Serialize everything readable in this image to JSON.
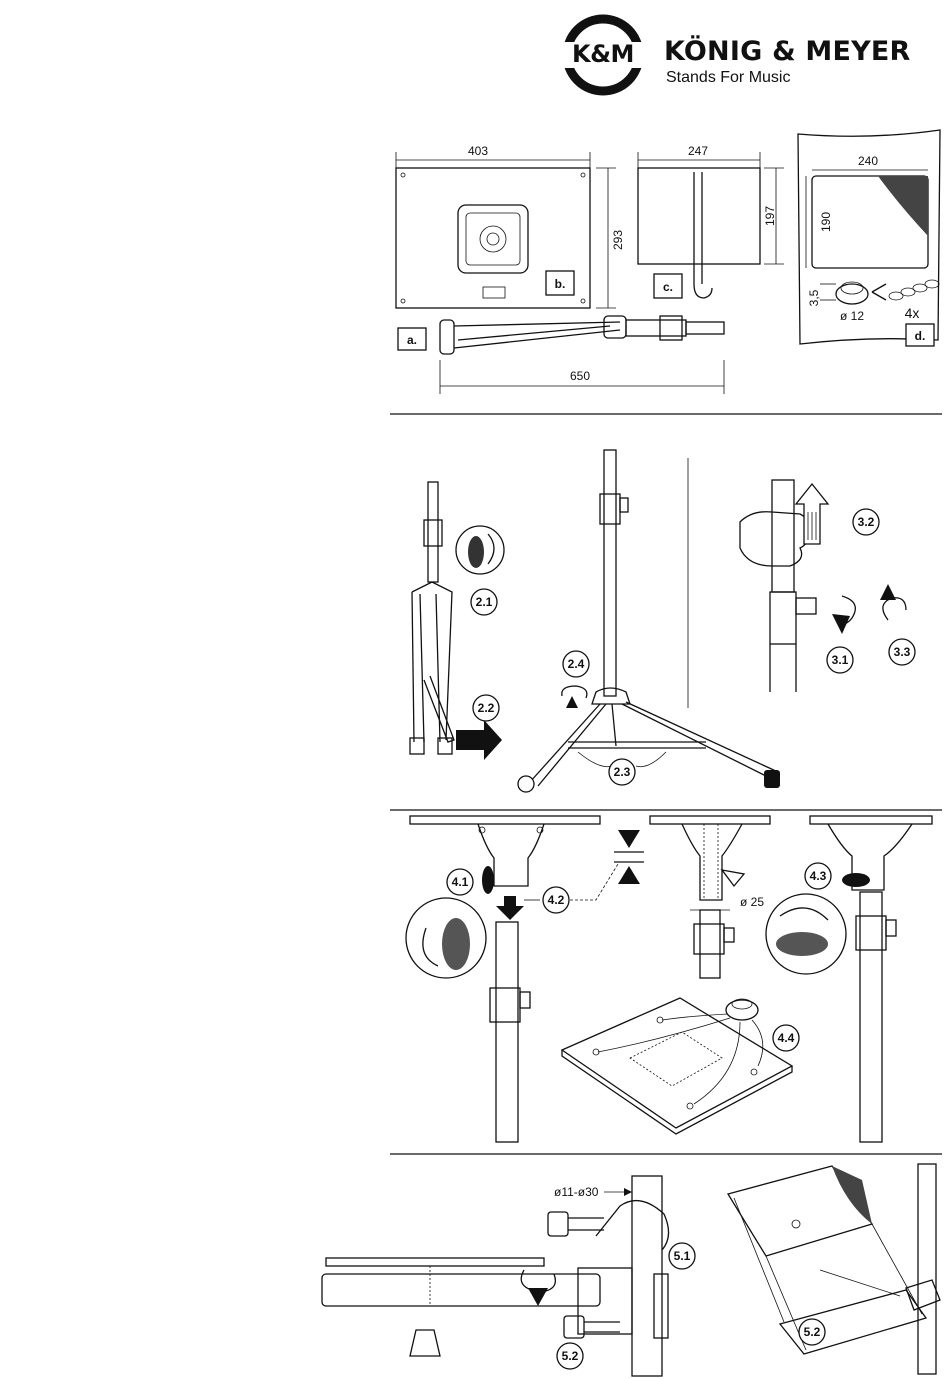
{
  "brand": {
    "mark": "K&M",
    "name": "KÖNIG & MEYER",
    "tagline": "Stands For Music"
  },
  "overview": {
    "dims": {
      "plate_width": "403",
      "plate_height": "293",
      "side_width": "247",
      "side_height": "197",
      "pad_width": "240",
      "pad_height": "190",
      "foot_height": "3,5",
      "foot_diameter": "ø 12",
      "foot_count": "4x",
      "stand_length": "650"
    },
    "labels": {
      "a": "a.",
      "b": "b.",
      "c": "c.",
      "d": "d."
    }
  },
  "steps": {
    "s2_1": "2.1",
    "s2_2": "2.2",
    "s2_3": "2.3",
    "s2_4": "2.4",
    "s3_1": "3.1",
    "s3_2": "3.2",
    "s3_3": "3.3",
    "s4_1": "4.1",
    "s4_2": "4.2",
    "s4_3": "4.3",
    "s4_4": "4.4",
    "s5_1": "5.1",
    "s5_2a": "5.2",
    "s5_2b": "5.2"
  },
  "measures": {
    "tube_diameter": "ø 25",
    "clamp_range": "ø11-ø30"
  },
  "colors": {
    "ink": "#111111",
    "paper": "#ffffff"
  }
}
